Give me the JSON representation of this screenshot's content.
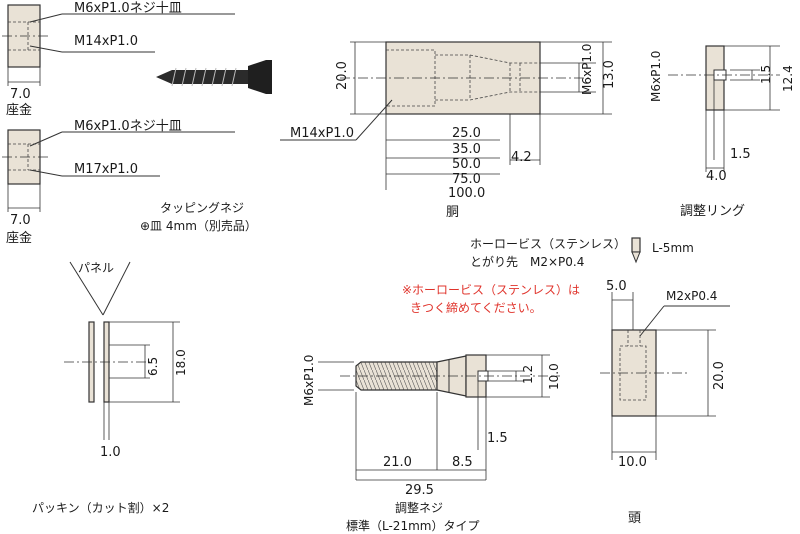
{
  "washer_top": {
    "thread_label": "M6xP1.0ネジ十皿",
    "size_label": "M14xP1.0",
    "width": "7.0",
    "name": "座金"
  },
  "washer_bottom": {
    "thread_label": "M6xP1.0ネジ十皿",
    "size_label": "M17xP1.0",
    "width": "7.0",
    "name": "座金"
  },
  "tapping_screw": {
    "title": "タッピングネジ",
    "spec": "⊕皿 4mm（別売品）"
  },
  "body_part": {
    "height": "20.0",
    "thread_label": "M14xP1.0",
    "inner_thread": "M6xP1.0",
    "right_height": "13.0",
    "lengths": [
      "25.0",
      "35.0",
      "50.0",
      "75.0",
      "100.0"
    ],
    "step": "4.2",
    "name": "胴"
  },
  "adjust_ring": {
    "thread_label": "M6xP1.0",
    "slot": "1.5",
    "outer": "12.4",
    "slot_depth": "1.5",
    "width": "4.0",
    "name": "調整リング"
  },
  "set_screw": {
    "line1": "ホーロービス（ステンレス）",
    "line2": "とがり先　M2×P0.4",
    "length": "L-5mm",
    "note_line1": "※ホーロービス（ステンレス）は",
    "note_line2": "きつく締めてください。"
  },
  "packing": {
    "panel": "パネル",
    "inner": "6.5",
    "outer": "18.0",
    "thickness": "1.0",
    "name": "パッキン（カット割）×2"
  },
  "adjust_screw": {
    "thread_label": "M6xP1.0",
    "slot": "1.2",
    "head_dia": "10.0",
    "slot_depth": "1.5",
    "thread_len": "21.0",
    "head_len": "8.5",
    "total": "29.5",
    "name": "調整ネジ",
    "sub": "標準（L-21mm）タイプ"
  },
  "head_part": {
    "depth": "5.0",
    "thread_label": "M2xP0.4",
    "height": "20.0",
    "width": "10.0",
    "name": "頭"
  },
  "colors": {
    "part_fill": "#e9e2d6",
    "line": "#333333",
    "note_red": "#e0342c"
  }
}
